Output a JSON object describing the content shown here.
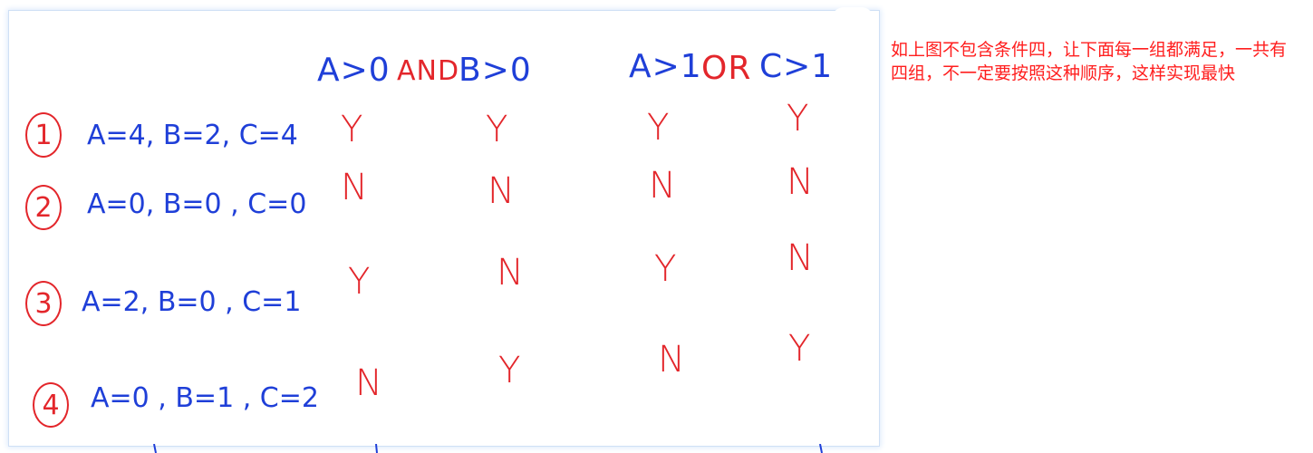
{
  "header": {
    "cond1_left": "A>0",
    "cond1_and": "AND",
    "cond1_right": "B>0",
    "cond2_left": "A>1",
    "cond2_or": "OR",
    "cond2_right": "C>1"
  },
  "rows": [
    {
      "num": "1",
      "cond": "A=4, B=2, C=4",
      "marks": [
        "Y",
        "Y",
        "Y",
        "Y"
      ]
    },
    {
      "num": "2",
      "cond": "A=0, B=0 , C=0",
      "marks": [
        "N",
        "N",
        "N",
        "N"
      ]
    },
    {
      "num": "3",
      "cond": "A=2, B=0 , C=1",
      "marks": [
        "Y",
        "N",
        "Y",
        "N"
      ]
    },
    {
      "num": "4",
      "cond": "A=0 , B=1 , C=2",
      "marks": [
        "N",
        "Y",
        "N",
        "Y"
      ]
    }
  ],
  "note": "如上图不包含条件四，让下面每一组都满足，一共有四组，不一定要按照这种顺序，这样实现最快"
}
